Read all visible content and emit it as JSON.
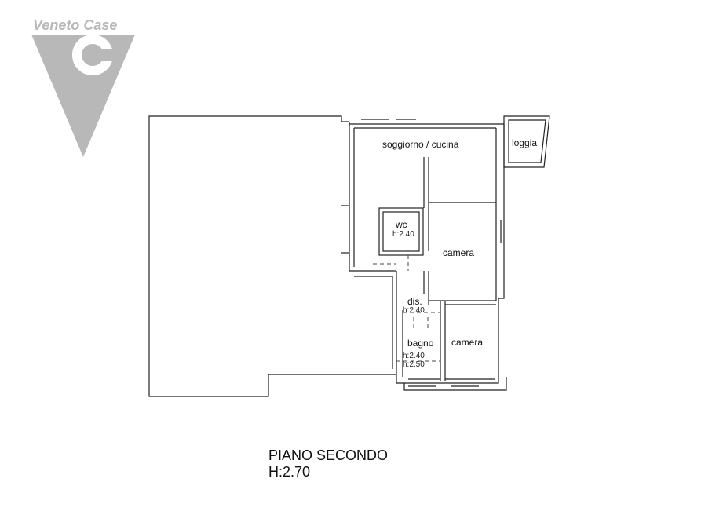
{
  "logo": {
    "brand": "Veneto Case",
    "mark": "C"
  },
  "rooms": {
    "soggiorno": "soggiorno / cucina",
    "loggia": "loggia",
    "wc": "wc",
    "wc_height": "h:2.40",
    "camera_1": "camera",
    "dis": "dis.",
    "dis_height": "h:2.40",
    "bagno": "bagno",
    "bagno_height_1": "h:2.40",
    "bagno_height_2": "h:2.50",
    "camera_2": "camera"
  },
  "caption": {
    "floor": "PIANO SECONDO",
    "height": "H:2.70"
  },
  "colors": {
    "logo": "#b8b8b8",
    "wall": "#222222"
  }
}
